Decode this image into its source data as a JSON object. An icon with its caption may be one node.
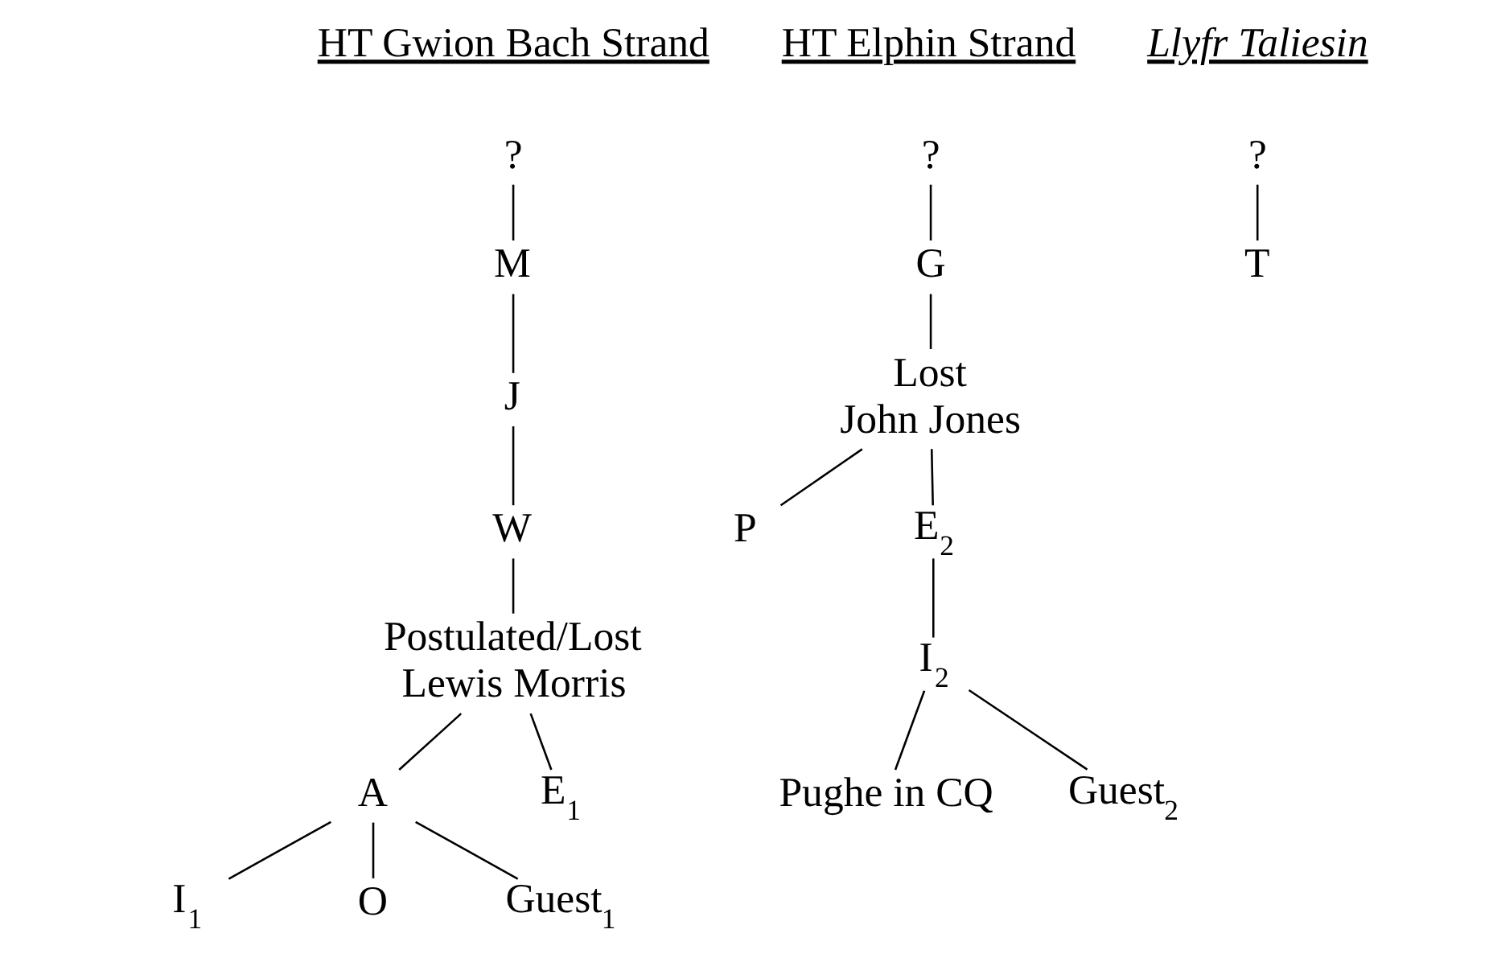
{
  "diagram": {
    "nodes": [
      {
        "text": [
          "?"
        ]
      },
      {
        "text": [
          "M"
        ]
      },
      {
        "text": [
          "J"
        ]
      },
      {
        "text": [
          "W"
        ]
      },
      {
        "text": [
          "Postulated/Lost",
          "Lewis Morris"
        ]
      },
      {
        "text": [
          "A"
        ]
      },
      {
        "text": [
          "E$_{1}$"
        ]
      },
      {
        "text": [
          "I$_{1}$"
        ]
      },
      {
        "text": [
          "O"
        ]
      },
      {
        "text": [
          "Guest$_{1}$"
        ]
      },
      {
        "text": [
          "?"
        ]
      },
      {
        "text": [
          "G"
        ]
      },
      {
        "text": [
          "Lost",
          "John Jones"
        ]
      },
      {
        "text": [
          "P"
        ]
      },
      {
        "text": [
          "E$_{2}$"
        ]
      },
      {
        "text": [
          "I$_{2}$"
        ]
      },
      {
        "text": [
          "Pughe in CQ"
        ]
      },
      {
        "text": [
          "Guest$_{2}$"
        ]
      },
      {
        "text": [
          "?"
        ]
      },
      {
        "text": [
          "T"
        ]
      }
    ],
    "edges": [
      {
        "from": 0,
        "to": 1,
        "arrow": "none"
      },
      {
        "from": 1,
        "to": 2,
        "arrow": "none"
      },
      {
        "from": 2,
        "to": 3,
        "arrow": "none"
      },
      {
        "from": 3,
        "to": 4,
        "arrow": "none"
      },
      {
        "from": 4,
        "to": 5,
        "arrow": "none"
      },
      {
        "from": 4,
        "to": 6,
        "arrow": "none"
      },
      {
        "from": 5,
        "to": 7,
        "arrow": "none"
      },
      {
        "from": 5,
        "to": 8,
        "arrow": "none"
      },
      {
        "from": 5,
        "to": 9,
        "arrow": "none"
      },
      {
        "from": 10,
        "to": 11,
        "arrow": "none"
      },
      {
        "from": 11,
        "to": 12,
        "arrow": "none"
      },
      {
        "from": 12,
        "to": 13,
        "arrow": "none"
      },
      {
        "from": 12,
        "to": 14,
        "arrow": "none"
      },
      {
        "from": 14,
        "to": 15,
        "arrow": "none"
      },
      {
        "from": 15,
        "to": 16,
        "arrow": "none"
      },
      {
        "from": 15,
        "to": 17,
        "arrow": "none"
      },
      {
        "from": 18,
        "to": 19,
        "arrow": "none"
      }
    ],
    "labels": [
      "HT Gwion Bach Strand",
      "HT Elphin Strand",
      "Llyfr Taliesin"
    ]
  }
}
